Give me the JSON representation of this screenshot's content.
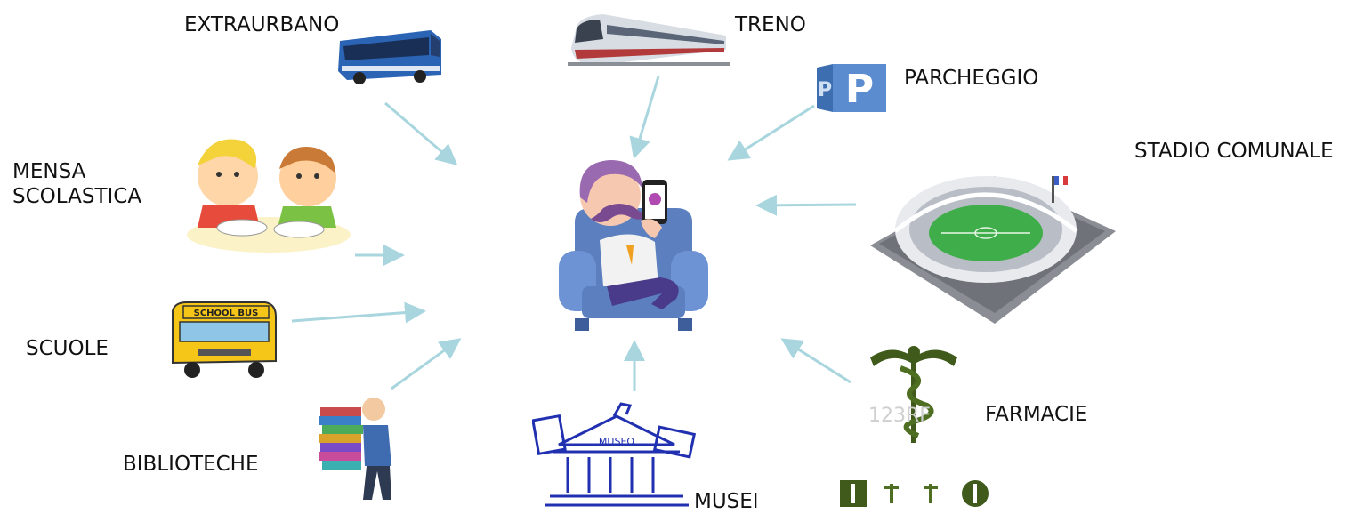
{
  "colors": {
    "arrow": "#a9d6de",
    "accent": "#5b7fbf"
  },
  "center": {
    "icon": "person-with-phone-on-sofa-icon"
  },
  "services": [
    {
      "key": "extraurbano",
      "label": "EXTRAURBANO",
      "icon": "bus-icon"
    },
    {
      "key": "treno",
      "label": "TRENO",
      "icon": "train-icon"
    },
    {
      "key": "parcheggio",
      "label": "PARCHEGGIO",
      "icon": "parking-sign-icon"
    },
    {
      "key": "stadio",
      "label": "STADIO COMUNALE",
      "icon": "stadium-icon"
    },
    {
      "key": "mensa",
      "label": "MENSA SCOLASTICA",
      "icon": "children-eating-icon"
    },
    {
      "key": "scuole",
      "label": "SCUOLE",
      "icon": "school-bus-icon"
    },
    {
      "key": "biblioteche",
      "label": "BIBLIOTECHE",
      "icon": "person-carrying-books-icon"
    },
    {
      "key": "musei",
      "label": "MUSEI",
      "icon": "museum-building-icon"
    },
    {
      "key": "farmacie",
      "label": "FARMACIE",
      "icon": "caduceus-icon"
    }
  ],
  "watermark": "123RF"
}
